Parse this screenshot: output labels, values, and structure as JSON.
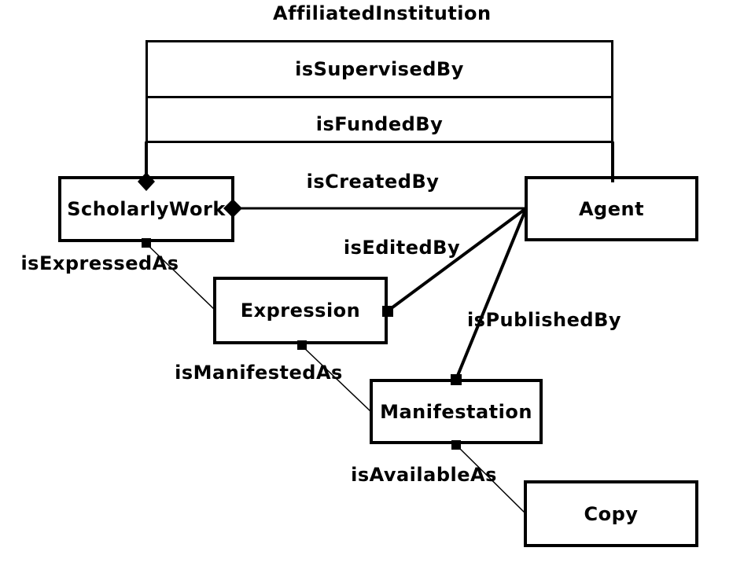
{
  "diagram": {
    "title": "AffiliatedInstitution",
    "nodes": [
      {
        "id": "ScholarlyWork",
        "label": "ScholarlyWork"
      },
      {
        "id": "Agent",
        "label": "Agent"
      },
      {
        "id": "Expression",
        "label": "Expression"
      },
      {
        "id": "Manifestation",
        "label": "Manifestation"
      },
      {
        "id": "Copy",
        "label": "Copy"
      }
    ],
    "edges": [
      {
        "label": "isSupervisedBy",
        "from": "ScholarlyWork",
        "to": "Agent"
      },
      {
        "label": "isFundedBy",
        "from": "ScholarlyWork",
        "to": "Agent"
      },
      {
        "label": "isCreatedBy",
        "from": "ScholarlyWork",
        "to": "Agent"
      },
      {
        "label": "isEditedBy",
        "from": "Expression",
        "to": "Agent"
      },
      {
        "label": "isPublishedBy",
        "from": "Manifestation",
        "to": "Agent"
      },
      {
        "label": "isExpressedAs",
        "from": "ScholarlyWork",
        "to": "Expression"
      },
      {
        "label": "isManifestedAs",
        "from": "Expression",
        "to": "Manifestation"
      },
      {
        "label": "isAvailableAs",
        "from": "Manifestation",
        "to": "Copy"
      }
    ],
    "colors": {
      "line": "#000000",
      "text": "#000000",
      "background": "#ffffff"
    }
  }
}
